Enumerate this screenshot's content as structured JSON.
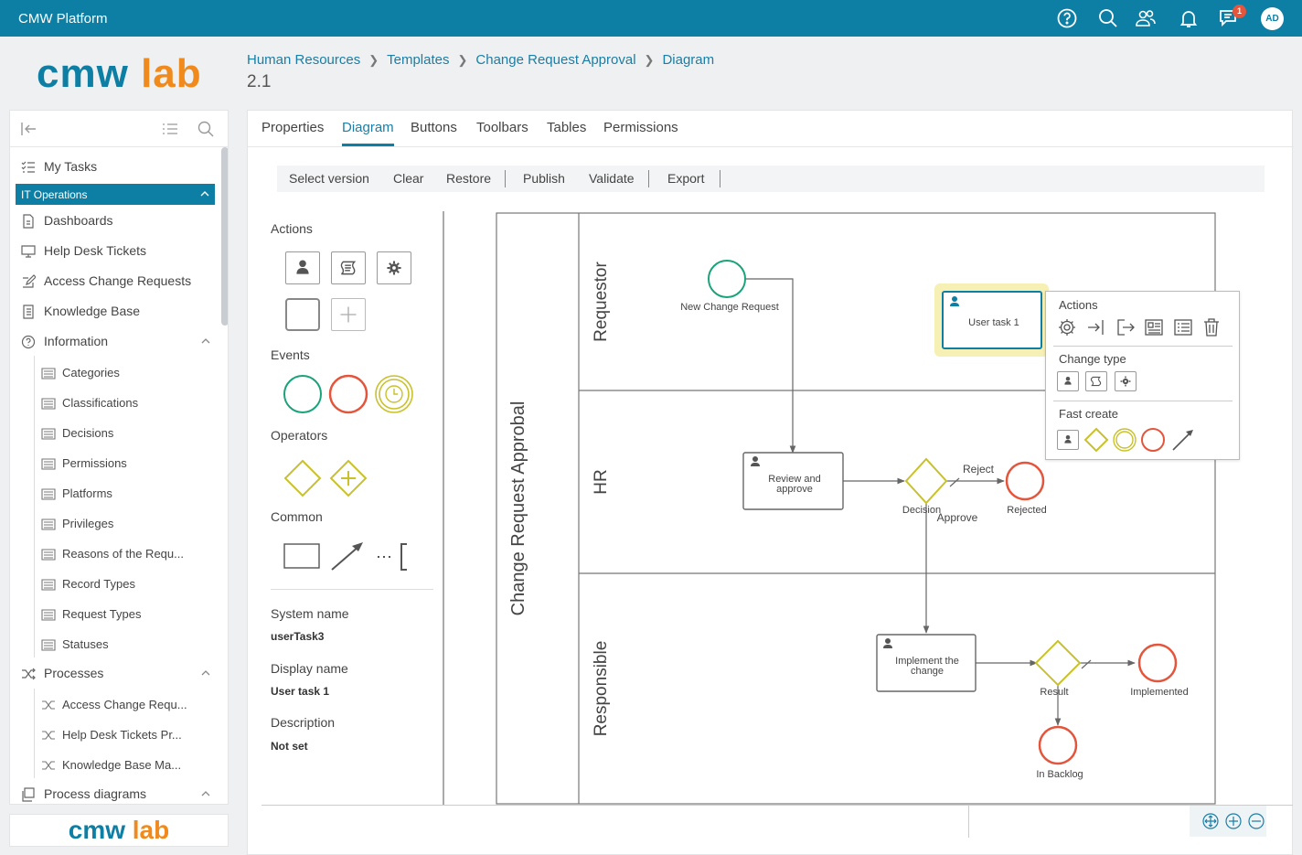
{
  "app": {
    "title": "CMW Platform",
    "notification_count": "1",
    "avatar_initials": "AD"
  },
  "logo": {
    "part1": "cmw",
    "part2": "lab"
  },
  "breadcrumb": {
    "items": [
      "Human Resources",
      "Templates",
      "Change Request Approval",
      "Diagram"
    ],
    "version": "2.1"
  },
  "sidebar": {
    "my_tasks": "My Tasks",
    "section": "IT Operations",
    "items": [
      "Dashboards",
      "Help Desk Tickets",
      "Access Change Requests",
      "Knowledge Base"
    ],
    "information": {
      "label": "Information",
      "children": [
        "Categories",
        "Classifications",
        "Decisions",
        "Permissions",
        "Platforms",
        "Privileges",
        "Reasons of the Requ...",
        "Record Types",
        "Request Types",
        "Statuses"
      ]
    },
    "processes": {
      "label": "Processes",
      "children": [
        "Access Change Requ...",
        "Help Desk Tickets Pr...",
        "Knowledge Base Ma..."
      ]
    },
    "process_diagrams": "Process diagrams"
  },
  "tabs": {
    "items": [
      "Properties",
      "Diagram",
      "Buttons",
      "Toolbars",
      "Tables",
      "Permissions"
    ],
    "active": "Diagram"
  },
  "toolbar": {
    "select_version": "Select version",
    "clear": "Clear",
    "restore": "Restore",
    "publish": "Publish",
    "validate": "Validate",
    "export": "Export"
  },
  "palette": {
    "actions": "Actions",
    "events": "Events",
    "operators": "Operators",
    "common": "Common"
  },
  "properties": {
    "system_name_label": "System name",
    "system_name": "userTask3",
    "display_name_label": "Display name",
    "display_name": "User task 1",
    "description_label": "Description",
    "description": "Not set"
  },
  "diagram": {
    "pool": "Change Request Approbal",
    "lanes": [
      "Requestor",
      "HR",
      "Responsible"
    ],
    "nodes": {
      "start": "New Change Request",
      "user_task": "User task 1",
      "review_line1": "Review and",
      "review_line2": "approve",
      "decision": "Decision",
      "rejected": "Rejected",
      "reject_flow": "Reject",
      "approve_flow": "Approve",
      "implement_line1": "Implement the",
      "implement_line2": "change",
      "result": "Result",
      "implemented": "Implemented",
      "backlog": "In Backlog"
    },
    "colors": {
      "start": "#1aa37a",
      "end": "#e4553c",
      "gateway": "#c9c12a",
      "selection": "#f6f0b5"
    }
  },
  "context_menu": {
    "actions": "Actions",
    "change_type": "Change type",
    "fast_create": "Fast create"
  }
}
